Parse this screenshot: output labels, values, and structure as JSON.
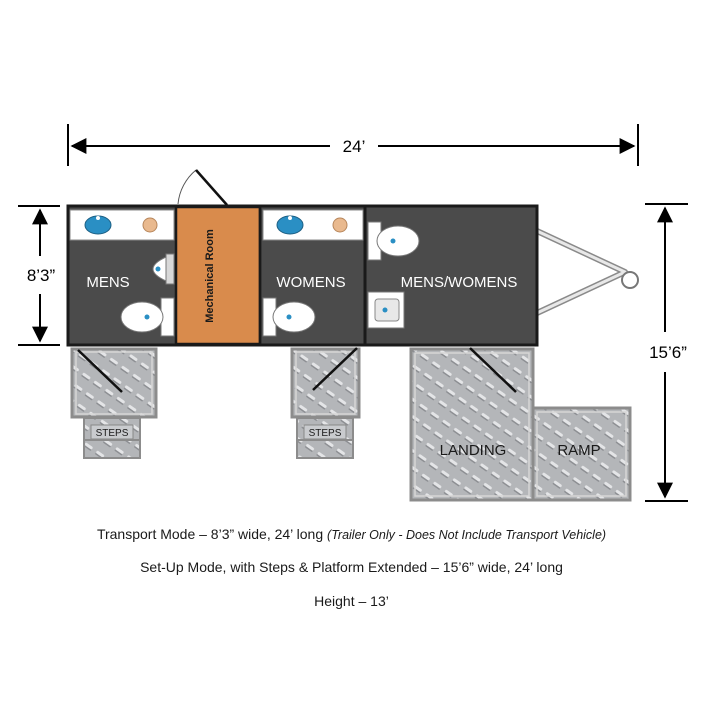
{
  "dimensions": {
    "length": "24’",
    "width_transport": "8’3”",
    "width_setup": "15’6”"
  },
  "rooms": {
    "mens": "MENS",
    "mechanical": "Mechanical Room",
    "womens": "WOMENS",
    "mens_womens": "MENS/WOMENS"
  },
  "platforms": {
    "steps_left": "STEPS",
    "steps_right": "STEPS",
    "landing": "LANDING",
    "ramp": "RAMP"
  },
  "captions": {
    "transport_main": "Transport Mode – 8’3” wide, 24’ long ",
    "transport_note": "(Trailer Only - Does Not Include Transport Vehicle)",
    "setup": "Set-Up Mode, with Steps & Platform Extended – 15’6” wide, 24’ long",
    "height": "Height – 13’"
  },
  "colors": {
    "floor": "#4b4b4b",
    "mechanical_room": "#d98b4c",
    "diamond_plate": "#b7b9bc",
    "sink_basin": "#2a8fc4",
    "soap": "#e9b98e"
  }
}
